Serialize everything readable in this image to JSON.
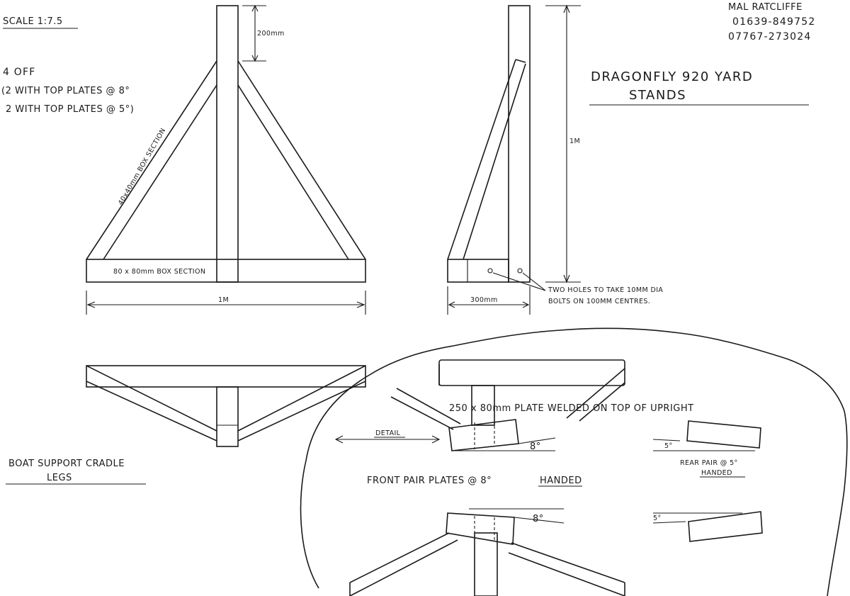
{
  "sheet": {
    "scale": "SCALE 1:7.5",
    "qty": "4 OFF",
    "qty_note_1": "(2 WITH TOP PLATES @ 8°",
    "qty_note_2": "2 WITH TOP PLATES @ 5°)",
    "contact_name": "MAL RATCLIFFE",
    "phone_1": "01639-849752",
    "phone_2": "07767-273024",
    "title_line_1": "DRAGONFLY 920 YARD",
    "title_line_2": "STANDS"
  },
  "front_view": {
    "dim_top": "200mm",
    "brace_label": "40x40mm BOX SECTION",
    "base_label": "80 x 80mm BOX SECTION",
    "dim_width": "1M"
  },
  "side_view": {
    "dim_height": "1M",
    "dim_base": "300mm",
    "holes_note_1": "TWO HOLES TO TAKE 10MM DIA",
    "holes_note_2": "BOLTS ON 100MM CENTRES."
  },
  "plan_view": {
    "caption_1": "BOAT SUPPORT CRADLE",
    "caption_2": "LEGS"
  },
  "detail": {
    "plate_note": "250 x 80mm PLATE WELDED ON TOP OF UPRIGHT",
    "detail_label": "DETAIL",
    "angle_front": "8°",
    "angle_rear": "5°",
    "front_note": "FRONT PAIR PLATES @ 8°",
    "front_handed": "HANDED",
    "rear_note": "REAR PAIR @ 5°",
    "rear_handed": "HANDED"
  }
}
